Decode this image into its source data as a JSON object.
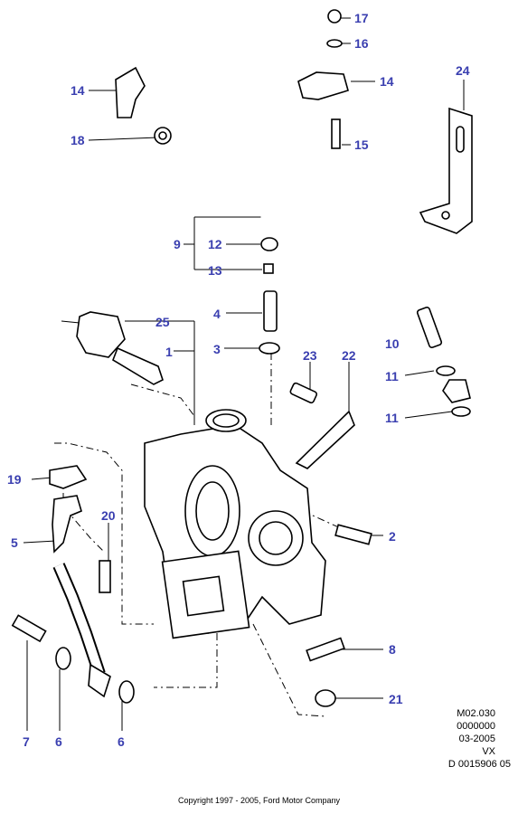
{
  "callouts": [
    {
      "id": "c17",
      "label": "17"
    },
    {
      "id": "c16",
      "label": "16"
    },
    {
      "id": "c14a",
      "label": "14"
    },
    {
      "id": "c14b",
      "label": "14"
    },
    {
      "id": "c24",
      "label": "24"
    },
    {
      "id": "c18",
      "label": "18"
    },
    {
      "id": "c15",
      "label": "15"
    },
    {
      "id": "c9",
      "label": "9"
    },
    {
      "id": "c12",
      "label": "12"
    },
    {
      "id": "c13",
      "label": "13"
    },
    {
      "id": "c4",
      "label": "4"
    },
    {
      "id": "c25",
      "label": "25"
    },
    {
      "id": "c1",
      "label": "1"
    },
    {
      "id": "c3",
      "label": "3"
    },
    {
      "id": "c10",
      "label": "10"
    },
    {
      "id": "c23",
      "label": "23"
    },
    {
      "id": "c22",
      "label": "22"
    },
    {
      "id": "c11a",
      "label": "11"
    },
    {
      "id": "c11b",
      "label": "11"
    },
    {
      "id": "c19",
      "label": "19"
    },
    {
      "id": "c20",
      "label": "20"
    },
    {
      "id": "c5",
      "label": "5"
    },
    {
      "id": "c2",
      "label": "2"
    },
    {
      "id": "c8",
      "label": "8"
    },
    {
      "id": "c21",
      "label": "21"
    },
    {
      "id": "c7",
      "label": "7"
    },
    {
      "id": "c6a",
      "label": "6"
    },
    {
      "id": "c6b",
      "label": "6"
    }
  ],
  "reference": {
    "line1": "M02.030",
    "line2": "0000000",
    "line3": "03-2005",
    "line4": "VX",
    "line5": "D 0015906 05"
  },
  "copyright": "Copyright 1997 - 2005, Ford Motor Company"
}
